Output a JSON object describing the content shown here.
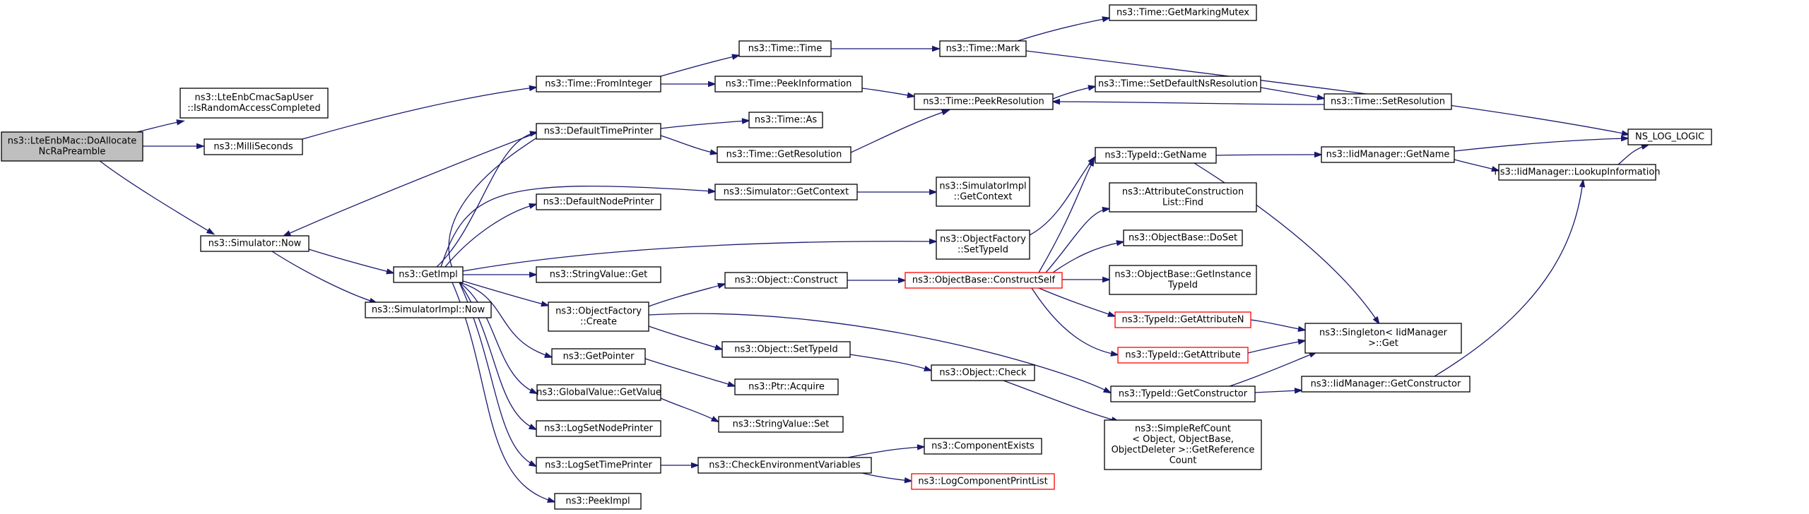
{
  "colors": {
    "edge": "#191970",
    "root_fill": "#bfbfbf",
    "node_fill": "#ffffff",
    "node_border": "#000000",
    "highlight_border": "#ff0000"
  },
  "nodes": {
    "root": [
      "ns3::LteEnbMac::DoAllocate",
      "NcRaPreamble"
    ],
    "isRandomAccess": [
      "ns3::LteEnbCmacSapUser",
      "::IsRandomAccessCompleted"
    ],
    "milliSeconds": [
      "ns3::MilliSeconds"
    ],
    "simulatorNow": [
      "ns3::Simulator::Now"
    ],
    "timeFromInteger": [
      "ns3::Time::FromInteger"
    ],
    "timeTime": [
      "ns3::Time::Time"
    ],
    "timeMark": [
      "ns3::Time::Mark"
    ],
    "getMarkingMutex": [
      "ns3::Time::GetMarkingMutex"
    ],
    "peekInformation": [
      "ns3::Time::PeekInformation"
    ],
    "peekResolution": [
      "ns3::Time::PeekResolution"
    ],
    "setDefaultNsRes": [
      "ns3::Time::SetDefaultNsResolution"
    ],
    "setResolution": [
      "ns3::Time::SetResolution"
    ],
    "nsLogLogic": [
      "NS_LOG_LOGIC"
    ],
    "defaultTimePrinter": [
      "ns3::DefaultTimePrinter"
    ],
    "timeAs": [
      "ns3::Time::As"
    ],
    "getResolution": [
      "ns3::Time::GetResolution"
    ],
    "simGetContext": [
      "ns3::Simulator::GetContext"
    ],
    "simImplGetContext": [
      "ns3::SimulatorImpl",
      "::GetContext"
    ],
    "defaultNodePrinter": [
      "ns3::DefaultNodePrinter"
    ],
    "objFactorySetTypeId": [
      "ns3::ObjectFactory",
      "::SetTypeId"
    ],
    "getImpl": [
      "ns3::GetImpl"
    ],
    "simImplNow": [
      "ns3::SimulatorImpl::Now"
    ],
    "stringValueGet": [
      "ns3::StringValue::Get"
    ],
    "objFactoryCreate": [
      "ns3::ObjectFactory",
      "::Create"
    ],
    "objectConstruct": [
      "ns3::Object::Construct"
    ],
    "constructSelf": [
      "ns3::ObjectBase::ConstructSelf"
    ],
    "typeIdGetName": [
      "ns3::TypeId::GetName"
    ],
    "iidGetName": [
      "ns3::IidManager::GetName"
    ],
    "lookupInformation": [
      "ns3::IidManager::LookupInformation"
    ],
    "attrConstructionFind": [
      "ns3::AttributeConstruction",
      "List::Find"
    ],
    "objectBaseDoSet": [
      "ns3::ObjectBase::DoSet"
    ],
    "getInstanceTypeId": [
      "ns3::ObjectBase::GetInstance",
      "TypeId"
    ],
    "getAttributeN": [
      "ns3::TypeId::GetAttributeN"
    ],
    "getAttribute": [
      "ns3::TypeId::GetAttribute"
    ],
    "singletonGet": [
      "ns3::Singleton< IidManager",
      " >::Get"
    ],
    "getPointer": [
      "ns3::GetPointer"
    ],
    "objectSetTypeId": [
      "ns3::Object::SetTypeId"
    ],
    "objectCheck": [
      "ns3::Object::Check"
    ],
    "ptrAcquire": [
      "ns3::Ptr::Acquire"
    ],
    "globalValueGetValue": [
      "ns3::GlobalValue::GetValue"
    ],
    "typeIdGetConstructor": [
      "ns3::TypeId::GetConstructor"
    ],
    "iidGetConstructor": [
      "ns3::IidManager::GetConstructor"
    ],
    "stringValueSet": [
      "ns3::StringValue::Set"
    ],
    "simpleRefCount": [
      "ns3::SimpleRefCount",
      "< Object, ObjectBase,",
      "ObjectDeleter >::GetReference",
      "Count"
    ],
    "logSetNodePrinter": [
      "ns3::LogSetNodePrinter"
    ],
    "logSetTimePrinter": [
      "ns3::LogSetTimePrinter"
    ],
    "checkEnvVars": [
      "ns3::CheckEnvironmentVariables"
    ],
    "componentExists": [
      "ns3::ComponentExists"
    ],
    "logComponentPrintList": [
      "ns3::LogComponentPrintList"
    ],
    "peekImpl": [
      "ns3::PeekImpl"
    ]
  }
}
